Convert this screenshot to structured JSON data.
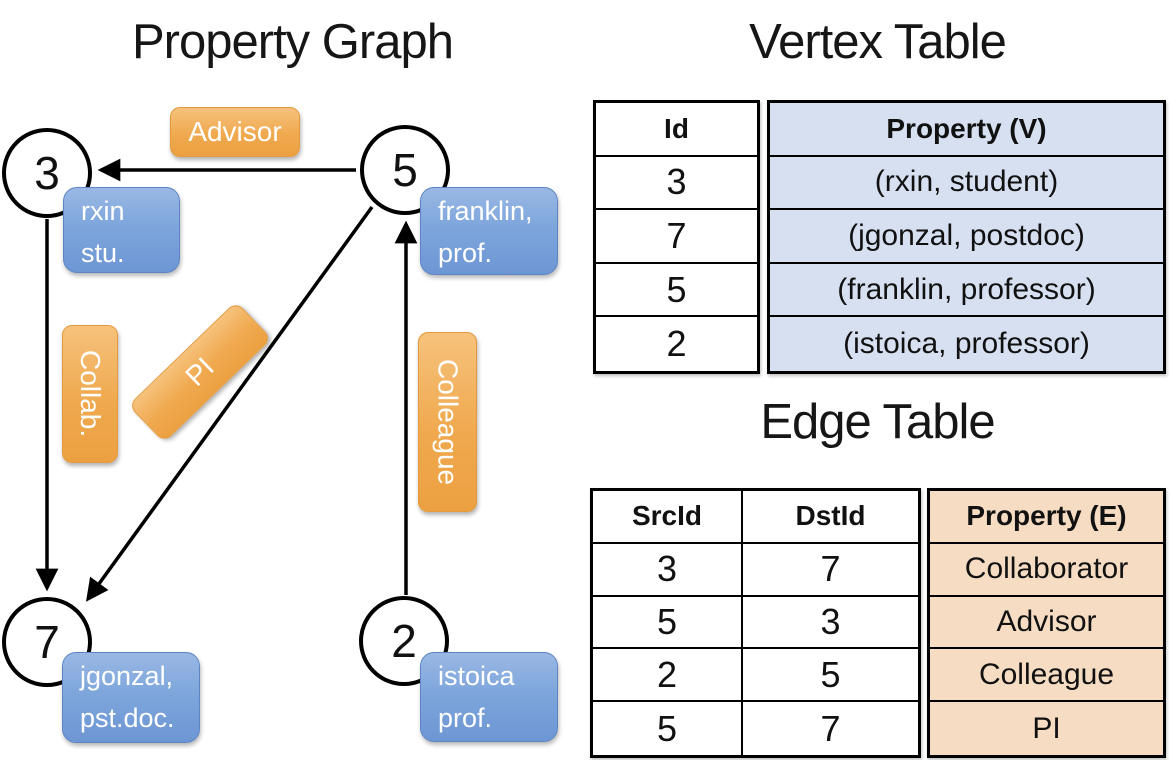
{
  "graph": {
    "title": "Property Graph",
    "nodes": [
      {
        "id": "3"
      },
      {
        "id": "5"
      },
      {
        "id": "7"
      },
      {
        "id": "2"
      }
    ],
    "vertex_labels": [
      {
        "line1": "rxin",
        "line2": "stu."
      },
      {
        "line1": "franklin,",
        "line2": "prof."
      },
      {
        "line1": "jgonzal,",
        "line2": "pst.doc."
      },
      {
        "line1": "istoica",
        "line2": "prof."
      }
    ],
    "edges": [
      {
        "from": "5",
        "to": "3",
        "label": "Advisor"
      },
      {
        "from": "3",
        "to": "7",
        "label": "Collab."
      },
      {
        "from": "5",
        "to": "7",
        "label": "PI"
      },
      {
        "from": "2",
        "to": "5",
        "label": "Colleague"
      }
    ]
  },
  "vertex_table": {
    "title": "Vertex Table",
    "columns": {
      "id": "Id",
      "property": "Property (V)"
    },
    "rows": [
      {
        "id": "3",
        "property": "(rxin, student)"
      },
      {
        "id": "7",
        "property": "(jgonzal, postdoc)"
      },
      {
        "id": "5",
        "property": "(franklin, professor)"
      },
      {
        "id": "2",
        "property": "(istoica, professor)"
      }
    ]
  },
  "edge_table": {
    "title": "Edge Table",
    "columns": {
      "src": "SrcId",
      "dst": "DstId",
      "property": "Property (E)"
    },
    "rows": [
      {
        "src": "3",
        "dst": "7",
        "property": "Collaborator"
      },
      {
        "src": "5",
        "dst": "3",
        "property": "Advisor"
      },
      {
        "src": "2",
        "dst": "5",
        "property": "Colleague"
      },
      {
        "src": "5",
        "dst": "7",
        "property": "PI"
      }
    ]
  },
  "colors": {
    "edge_label_fill": "#f0a94f",
    "vertex_label_fill": "#7ea6dc",
    "vertex_table_fill": "#d7e0f1",
    "edge_table_fill": "#f5dcc2",
    "line": "#000000"
  }
}
